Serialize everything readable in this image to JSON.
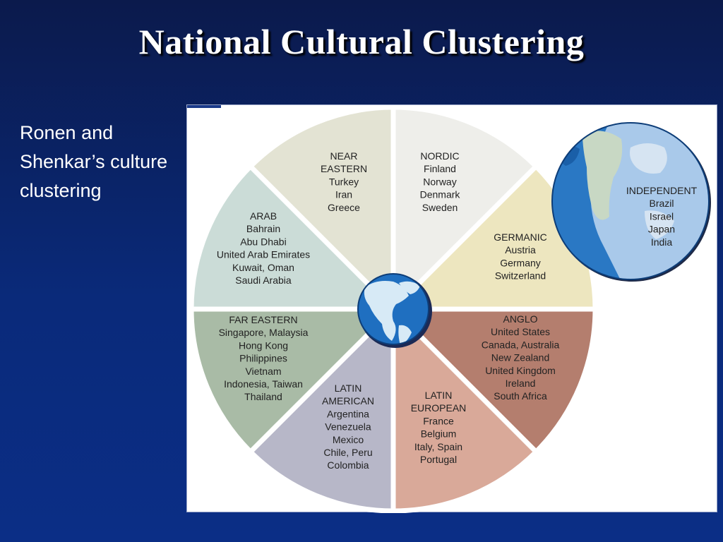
{
  "slide": {
    "title": "National Cultural Clustering",
    "caption": "Ronen and Shenkar’s culture clustering"
  },
  "diagram": {
    "clusters": [
      {
        "id": "nordic",
        "lines": [
          "NORDIC",
          "Finland",
          "Norway",
          "Denmark",
          "Sweden"
        ],
        "color": "#eeeeea"
      },
      {
        "id": "germanic",
        "lines": [
          "GERMANIC",
          "Austria",
          "Germany",
          "Switzerland"
        ],
        "color": "#ede6bf"
      },
      {
        "id": "anglo",
        "lines": [
          "ANGLO",
          "United States",
          "Canada, Australia",
          "New Zealand",
          "United Kingdom",
          "Ireland",
          "South Africa"
        ],
        "color": "#b47e6e"
      },
      {
        "id": "latin-european",
        "lines": [
          "LATIN",
          "EUROPEAN",
          "France",
          "Belgium",
          "Italy, Spain",
          "Portugal"
        ],
        "color": "#d9a999"
      },
      {
        "id": "latin-american",
        "lines": [
          "LATIN",
          "AMERICAN",
          "Argentina",
          "Venezuela",
          "Mexico",
          "Chile, Peru",
          "Colombia"
        ],
        "color": "#b7b7c8"
      },
      {
        "id": "far-eastern",
        "lines": [
          "FAR EASTERN",
          "Singapore, Malaysia",
          "Hong Kong",
          "Philippines",
          "Vietnam",
          "Indonesia, Taiwan",
          "Thailand"
        ],
        "color": "#a9bba6"
      },
      {
        "id": "arab",
        "lines": [
          "ARAB",
          "Bahrain",
          "Abu Dhabi",
          "United Arab Emirates",
          "Kuwait, Oman",
          "Saudi Arabia"
        ],
        "color": "#cbdcd7"
      },
      {
        "id": "near-eastern",
        "lines": [
          "NEAR",
          "EASTERN",
          "Turkey",
          "Iran",
          "Greece"
        ],
        "color": "#e3e3d3"
      }
    ],
    "independent": {
      "lines": [
        "INDEPENDENT",
        "Brazil",
        "Israel",
        "Japan",
        "India"
      ]
    }
  }
}
